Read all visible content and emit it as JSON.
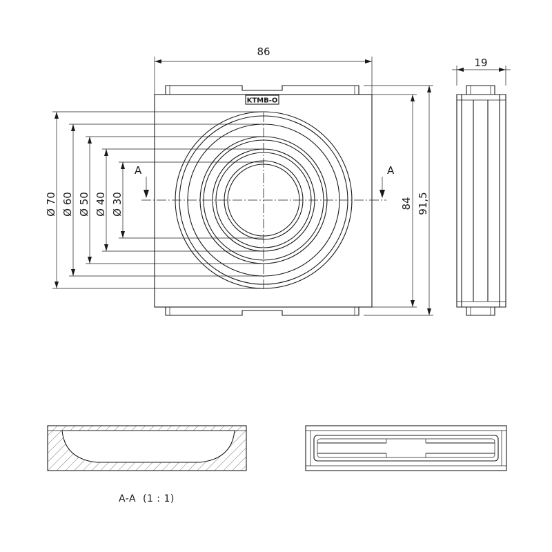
{
  "dimensions": {
    "width": "86",
    "depth": "19",
    "height_inner": "84",
    "height_outer": "91,5",
    "dia_70": "Ø 70",
    "dia_60": "Ø 60",
    "dia_50": "Ø 50",
    "dia_40": "Ø 40",
    "dia_30": "Ø 30"
  },
  "part_label": "KTMB-O",
  "section_marker": "A",
  "section_caption": "A-A  (1 : 1)"
}
